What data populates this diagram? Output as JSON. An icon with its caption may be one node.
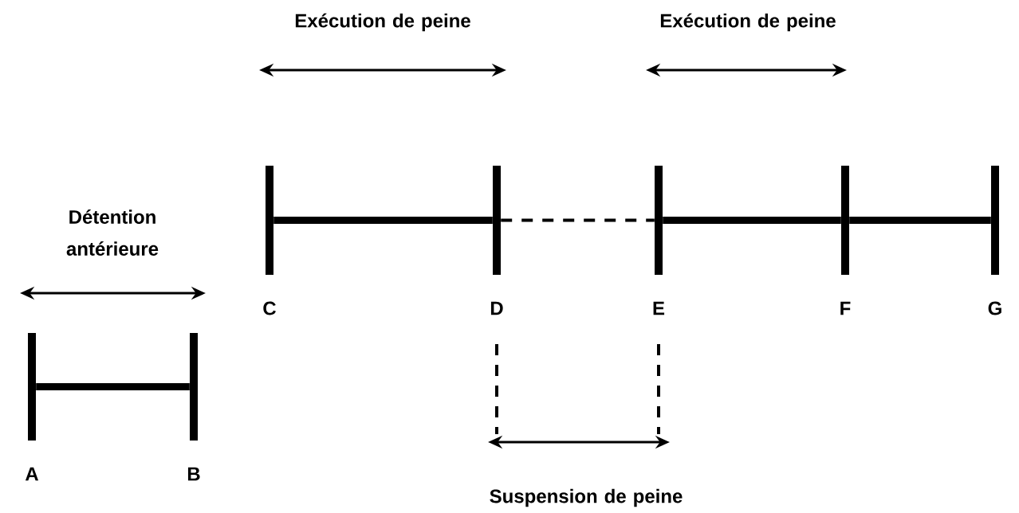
{
  "diagram": {
    "nodes": [
      {
        "text": [],
        "shape": "bar",
        "beside": [
          "A"
        ]
      },
      {
        "text": [],
        "shape": "bar",
        "beside": [
          "B"
        ]
      },
      {
        "text": [],
        "shape": "bar",
        "beside": [
          "C"
        ]
      },
      {
        "text": [],
        "shape": "bar",
        "beside": [
          "D"
        ]
      },
      {
        "text": [],
        "shape": "bar",
        "beside": [
          "E"
        ]
      },
      {
        "text": [],
        "shape": "bar",
        "beside": [
          "F"
        ]
      },
      {
        "text": [],
        "shape": "bar",
        "beside": [
          "G"
        ]
      }
    ],
    "edges": [
      {
        "from": 0,
        "to": 1,
        "arrow": "none"
      },
      {
        "from": 2,
        "to": 3,
        "arrow": "none"
      },
      {
        "from": 3,
        "to": 4,
        "arrow": "none",
        "style": "dashed"
      },
      {
        "from": 4,
        "to": 5,
        "arrow": "none"
      },
      {
        "from": 5,
        "to": 6,
        "arrow": "none"
      }
    ],
    "labels": [
      "Exécution de peine",
      "Exécution de peine",
      "Détention antérieure",
      "Suspension de peine"
    ]
  }
}
